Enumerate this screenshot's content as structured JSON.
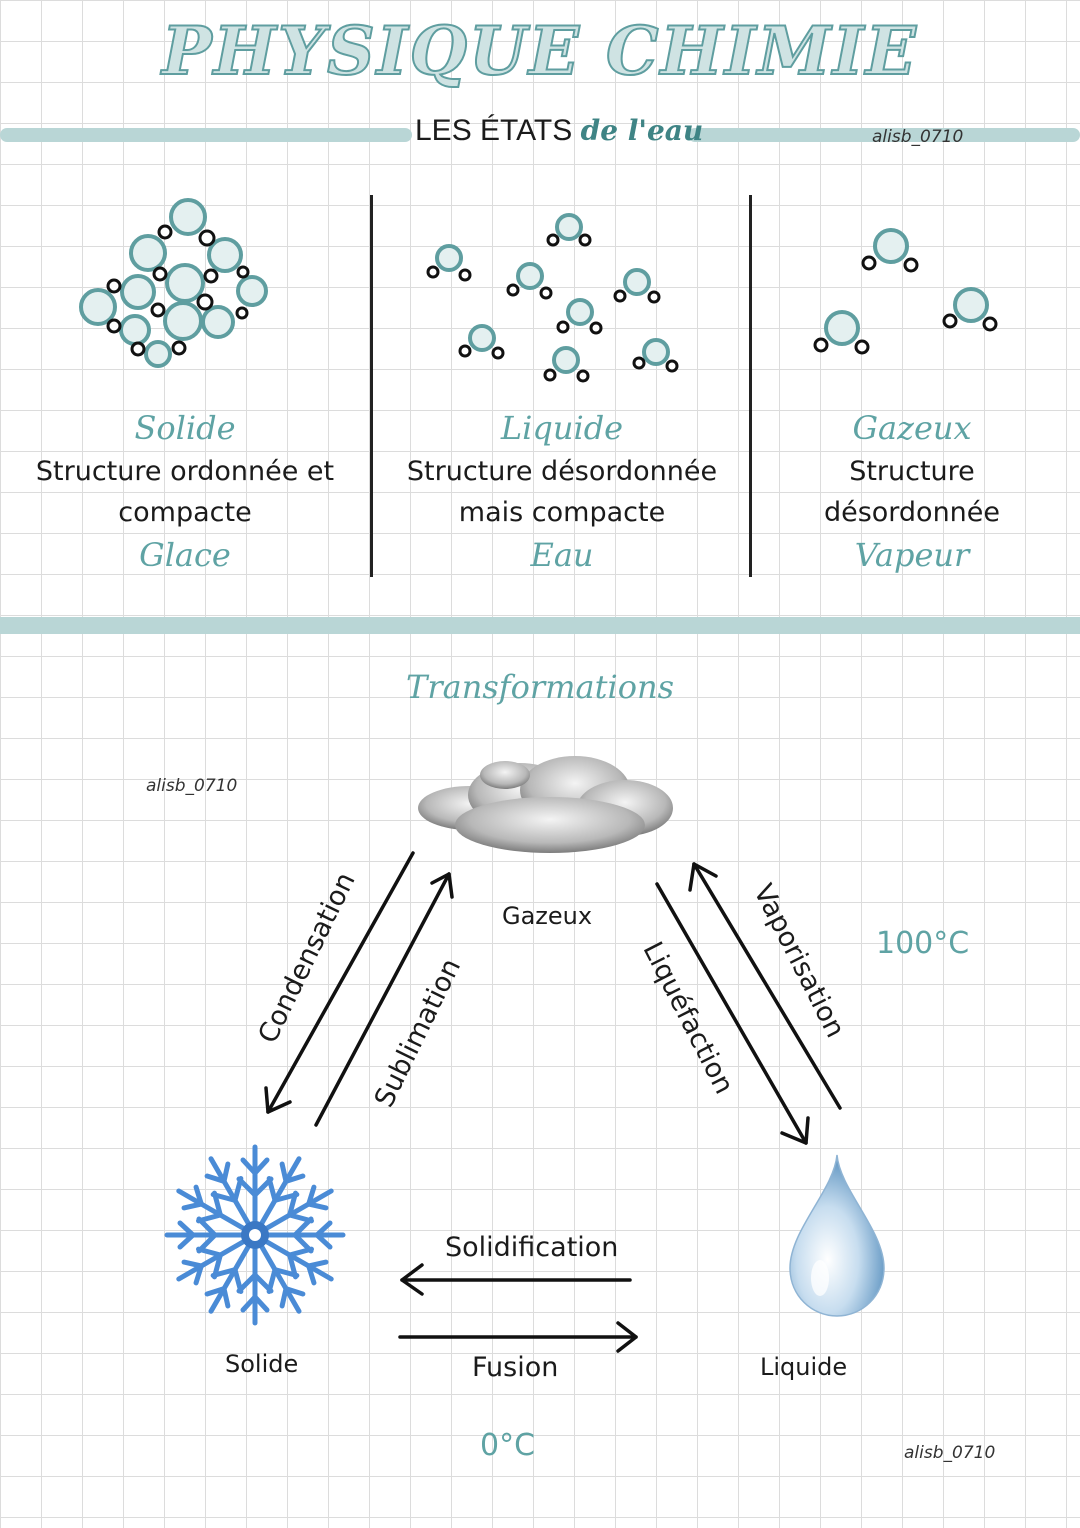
{
  "header": {
    "title": "PHYSIQUE CHIMIE",
    "subtitle_main": "LES ÉTATS",
    "subtitle_em": "de l'eau",
    "watermark": "alisb_0710"
  },
  "states": [
    {
      "state": "Solide",
      "desc1": "Structure ordonnée et",
      "desc2": "compacte",
      "name": "Glace"
    },
    {
      "state": "Liquide",
      "desc1": "Structure désordonnée",
      "desc2": "mais compacte",
      "name": "Eau"
    },
    {
      "state": "Gazeux",
      "desc1": "Structure",
      "desc2": "désordonnée",
      "name": "Vapeur"
    }
  ],
  "transformations": {
    "title": "Transformations",
    "watermark_left": "alisb_0710",
    "watermark_bottom": "alisb_0710",
    "gaz_label": "Gazeux",
    "solid_label": "Solide",
    "liquid_label": "Liquide",
    "condensation": "Condensation",
    "sublimation": "Sublimation",
    "liquefaction": "Liquéfaction",
    "vaporisation": "Vaporisation",
    "solidification": "Solidification",
    "fusion": "Fusion",
    "temp_high": "100°C",
    "temp_low": "0°C"
  },
  "colors": {
    "accent": "#5fa3a4",
    "band": "#b9d6d6",
    "ink": "#1b1b1b"
  },
  "icons": [
    "cloud-icon",
    "snowflake-icon",
    "water-drop-icon"
  ]
}
